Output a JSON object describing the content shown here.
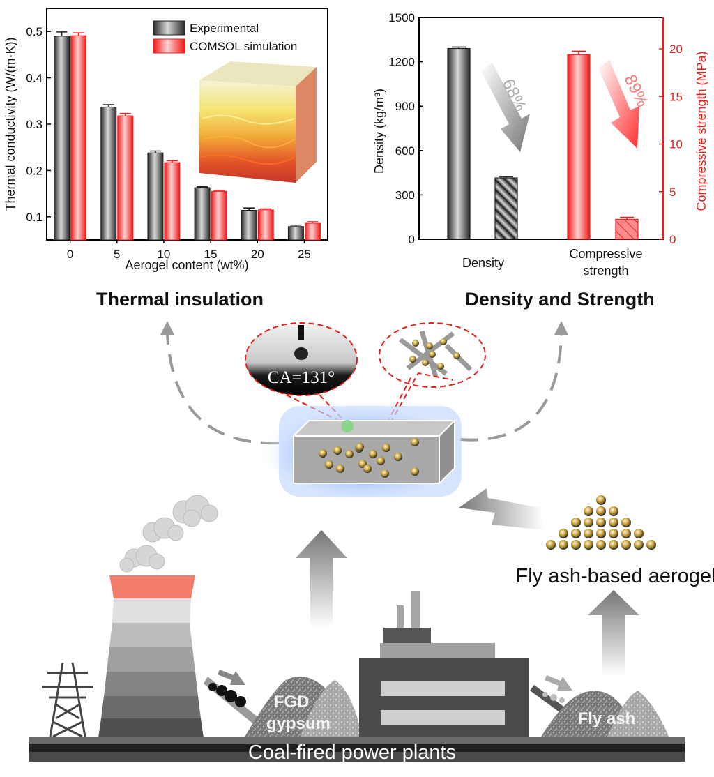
{
  "colors": {
    "experimental_bar": "#555555",
    "simulation_bar": "#ff6a6a",
    "density_bar": "#555555",
    "strength_bar": "#ff6a6a",
    "accent_red": "#e8201a",
    "glow": "#8ab4ff"
  },
  "icons": [
    "droplet-icon",
    "transmission-tower-icon",
    "cooling-tower-icon",
    "factory-icon",
    "aerogel-particle-icon"
  ],
  "headings": {
    "left": "Thermal insulation",
    "right": "Density and Strength"
  },
  "labels": {
    "contact_angle": "CA=131°",
    "fly_ash_aerogel": "Fly ash-based aerogel",
    "fgd_line1": "FGD",
    "fgd_line2": "gypsum",
    "fly_ash": "Fly ash",
    "power_plants": "Coal-fired power plants"
  },
  "chart_data": [
    {
      "type": "bar",
      "categories": [
        "0",
        "5",
        "10",
        "15",
        "20",
        "25"
      ],
      "xlabel": "Aerogel content (wt%)",
      "ylabel": "Thermal conductivity (W/(m·K))",
      "ylim": [
        0.05,
        0.55
      ],
      "yticks": [
        "0.1",
        "0.2",
        "0.3",
        "0.4",
        "0.5"
      ],
      "series": [
        {
          "name": "Experimental",
          "values": [
            0.49,
            0.337,
            0.238,
            0.163,
            0.114,
            0.079
          ],
          "errors": [
            0.009,
            0.005,
            0.004,
            0.002,
            0.005,
            0.003
          ]
        },
        {
          "name": "COMSOL simulation",
          "values": [
            0.491,
            0.318,
            0.217,
            0.155,
            0.115,
            0.086
          ],
          "errors": [
            0.006,
            0.005,
            0.004,
            0.002,
            0.002,
            0.003
          ]
        }
      ],
      "legend": "top-right"
    },
    {
      "type": "bar",
      "categories": [
        "Density",
        "Compressive strength"
      ],
      "category_lines": [
        [
          "Density"
        ],
        [
          "Compressive",
          "strength"
        ]
      ],
      "ylabel": "Density (kg/m³)",
      "ylim": [
        0,
        1500
      ],
      "yticks": [
        "0",
        "300",
        "600",
        "900",
        "1200",
        "1500"
      ],
      "y2label": "Compressive strength (MPa)",
      "y2lim": [
        0,
        23.3
      ],
      "y2ticks": [
        "0",
        "5",
        "10",
        "15",
        "20"
      ],
      "series": [
        {
          "axis": "left",
          "values": [
            1290,
            415
          ],
          "errors": [
            10,
            8
          ]
        },
        {
          "axis": "right",
          "values": [
            19.4,
            2.1
          ],
          "errors": [
            0.35,
            0.2
          ]
        }
      ],
      "reductions": [
        "68%",
        "89%"
      ]
    }
  ]
}
